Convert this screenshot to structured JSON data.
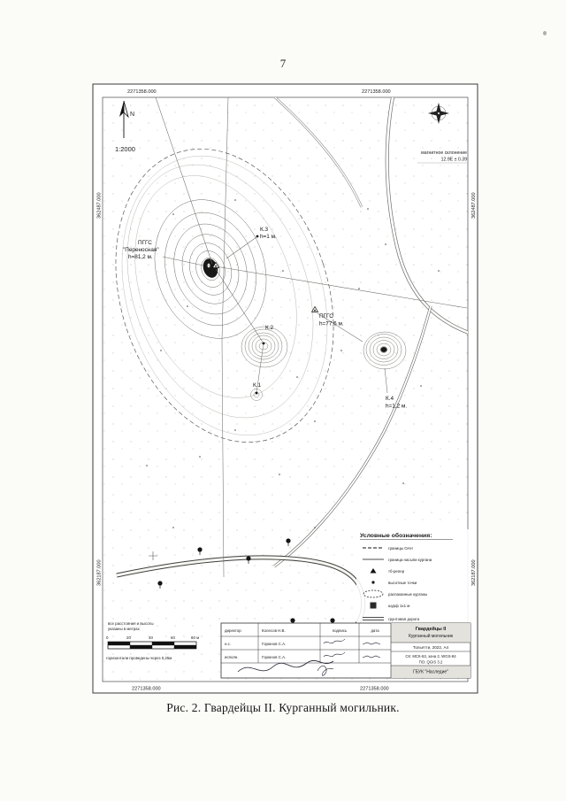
{
  "page": {
    "number": "7",
    "caption": "Рис. 2. Гвардейцы II. Курганный могильник."
  },
  "map": {
    "scale_text": "1:2000",
    "north_letter": "N",
    "declination": {
      "line1": "магнитное склонение",
      "line2": "12.9E ± 0.39"
    },
    "coords": {
      "top_left": "2271358.000",
      "top_right": "2271358.000",
      "bottom_left": "2271358.000",
      "bottom_right": "2271358.000",
      "left_top": "362487.000",
      "left_bottom": "362187.000",
      "right_top": "362487.000",
      "right_bottom": "362187.000"
    },
    "labels": {
      "pggs1_name": "ПГГС",
      "pggs1_quote": "\"Переносная\"",
      "pggs1_height": "h=81,2 м.",
      "k3": "К.3",
      "k3_height": "h=1 м.",
      "pggs2_name": "ПГГС",
      "pggs2_height": "h=77,6 м.",
      "k2": "К.2",
      "k1": "К.1",
      "k4": "К.4",
      "k4_height": "h=1,2 м."
    }
  },
  "legend": {
    "title": "Условные обозначения:",
    "items": [
      {
        "symbol": "dashed-line",
        "label": "границы ОАН"
      },
      {
        "symbol": "solid-line",
        "label": "граница насыпи кургана"
      },
      {
        "symbol": "triangle",
        "label": "тб-репер"
      },
      {
        "symbol": "dot",
        "label": "высотные точки"
      },
      {
        "symbol": "dashed-oval",
        "label": "распаханные курганы"
      },
      {
        "symbol": "filled-square",
        "label": "шурф 1х1 м"
      },
      {
        "symbol": "double-line",
        "label": "грунтовая дорога"
      }
    ]
  },
  "scalebar": {
    "note_top_line1": "все расстояния и высоты",
    "note_top_line2": "указаны в метрах",
    "ticks": [
      "0",
      "20",
      "40",
      "60",
      "80 м"
    ],
    "note_bottom": "горизонтали проведены через 0,25м"
  },
  "titleblock": {
    "col_signature": "подпись",
    "col_date": "дата",
    "rows": [
      {
        "role": "директор",
        "name": "Колесов Н.В."
      },
      {
        "role": "н.с.",
        "name": "Горюнов С.А."
      },
      {
        "role": "исполн.",
        "name": "Горюнов С.А."
      }
    ],
    "project_line1": "Гвардейцы II",
    "project_line2": "Курганный могильник",
    "project_line3": "Тольятти, 2022, А4",
    "tech_line1": "СК: МСК-63, зона 2, WGS-84",
    "tech_line2": "ПО: QGIS 3.2",
    "org": "ГБУК \"Наследие\""
  }
}
